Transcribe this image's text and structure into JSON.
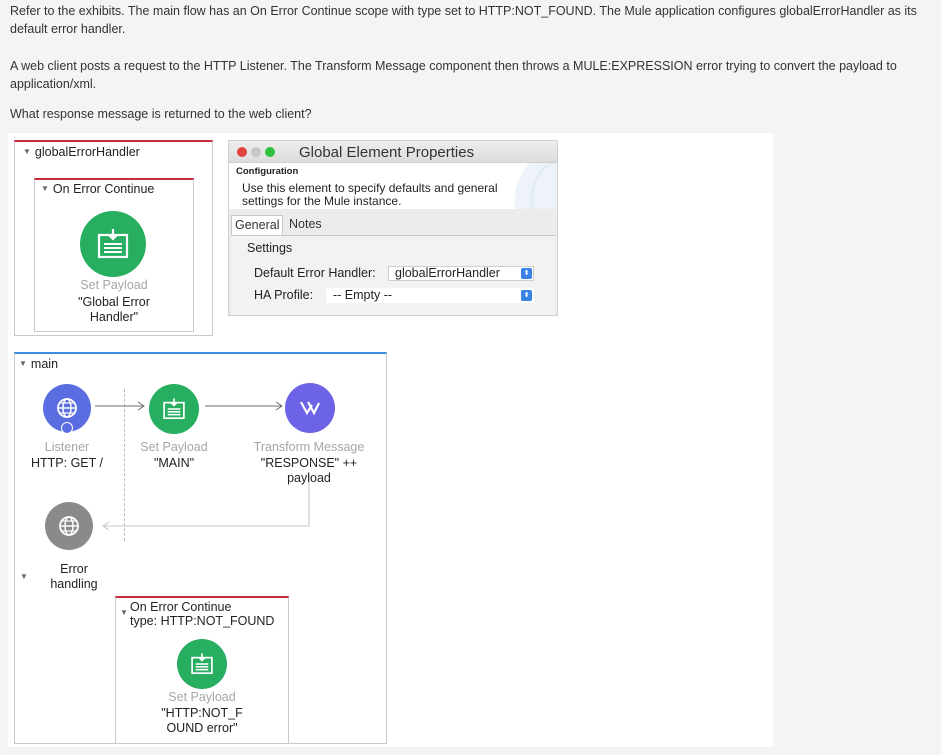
{
  "question": {
    "para1": "Refer to the exhibits. The main flow has an On Error Continue scope with type set to HTTP:NOT_FOUND. The Mule application configures globalErrorHandler as its default error handler.",
    "para2": "A web client posts a request to the HTTP Listener. The Transform Message component then throws a MULE:EXPRESSION error trying to convert the payload to application/xml.",
    "para3": "What response message is returned to the web client?"
  },
  "global_error_handler": {
    "title": "globalErrorHandler",
    "on_error_continue": {
      "title": "On Error Continue",
      "component_label": "Set Payload",
      "component_value": "\"Global Error Handler\""
    }
  },
  "global_element_properties": {
    "window_title": "Global Element Properties",
    "section": "Configuration",
    "description": "Use this element to specify defaults and general settings for the Mule instance.",
    "tabs": [
      "General",
      "Notes"
    ],
    "active_tab": "General",
    "settings_label": "Settings",
    "default_error_handler_label": "Default Error Handler:",
    "default_error_handler_value": "globalErrorHandler",
    "ha_profile_label": "HA Profile:",
    "ha_profile_value": "-- Empty --"
  },
  "main_flow": {
    "title": "main",
    "listener": {
      "label": "Listener",
      "value": "HTTP: GET /"
    },
    "set_payload": {
      "label": "Set Payload",
      "value": "\"MAIN\""
    },
    "transform": {
      "label": "Transform Message",
      "value": "\"RESPONSE\" ++ payload"
    },
    "error_handling_label": "Error handling",
    "on_error_continue": {
      "title": "On Error Continue",
      "type": "type: HTTP:NOT_FOUND",
      "component_label": "Set Payload",
      "component_value": "\"HTTP:NOT_F OUND error\""
    }
  },
  "colors": {
    "green": "#27ae60",
    "listener_blue": "#5b6ee1",
    "transform_purple": "#6c63e6",
    "error_red": "#c92a3c",
    "flow_blue": "#3b8edb"
  }
}
